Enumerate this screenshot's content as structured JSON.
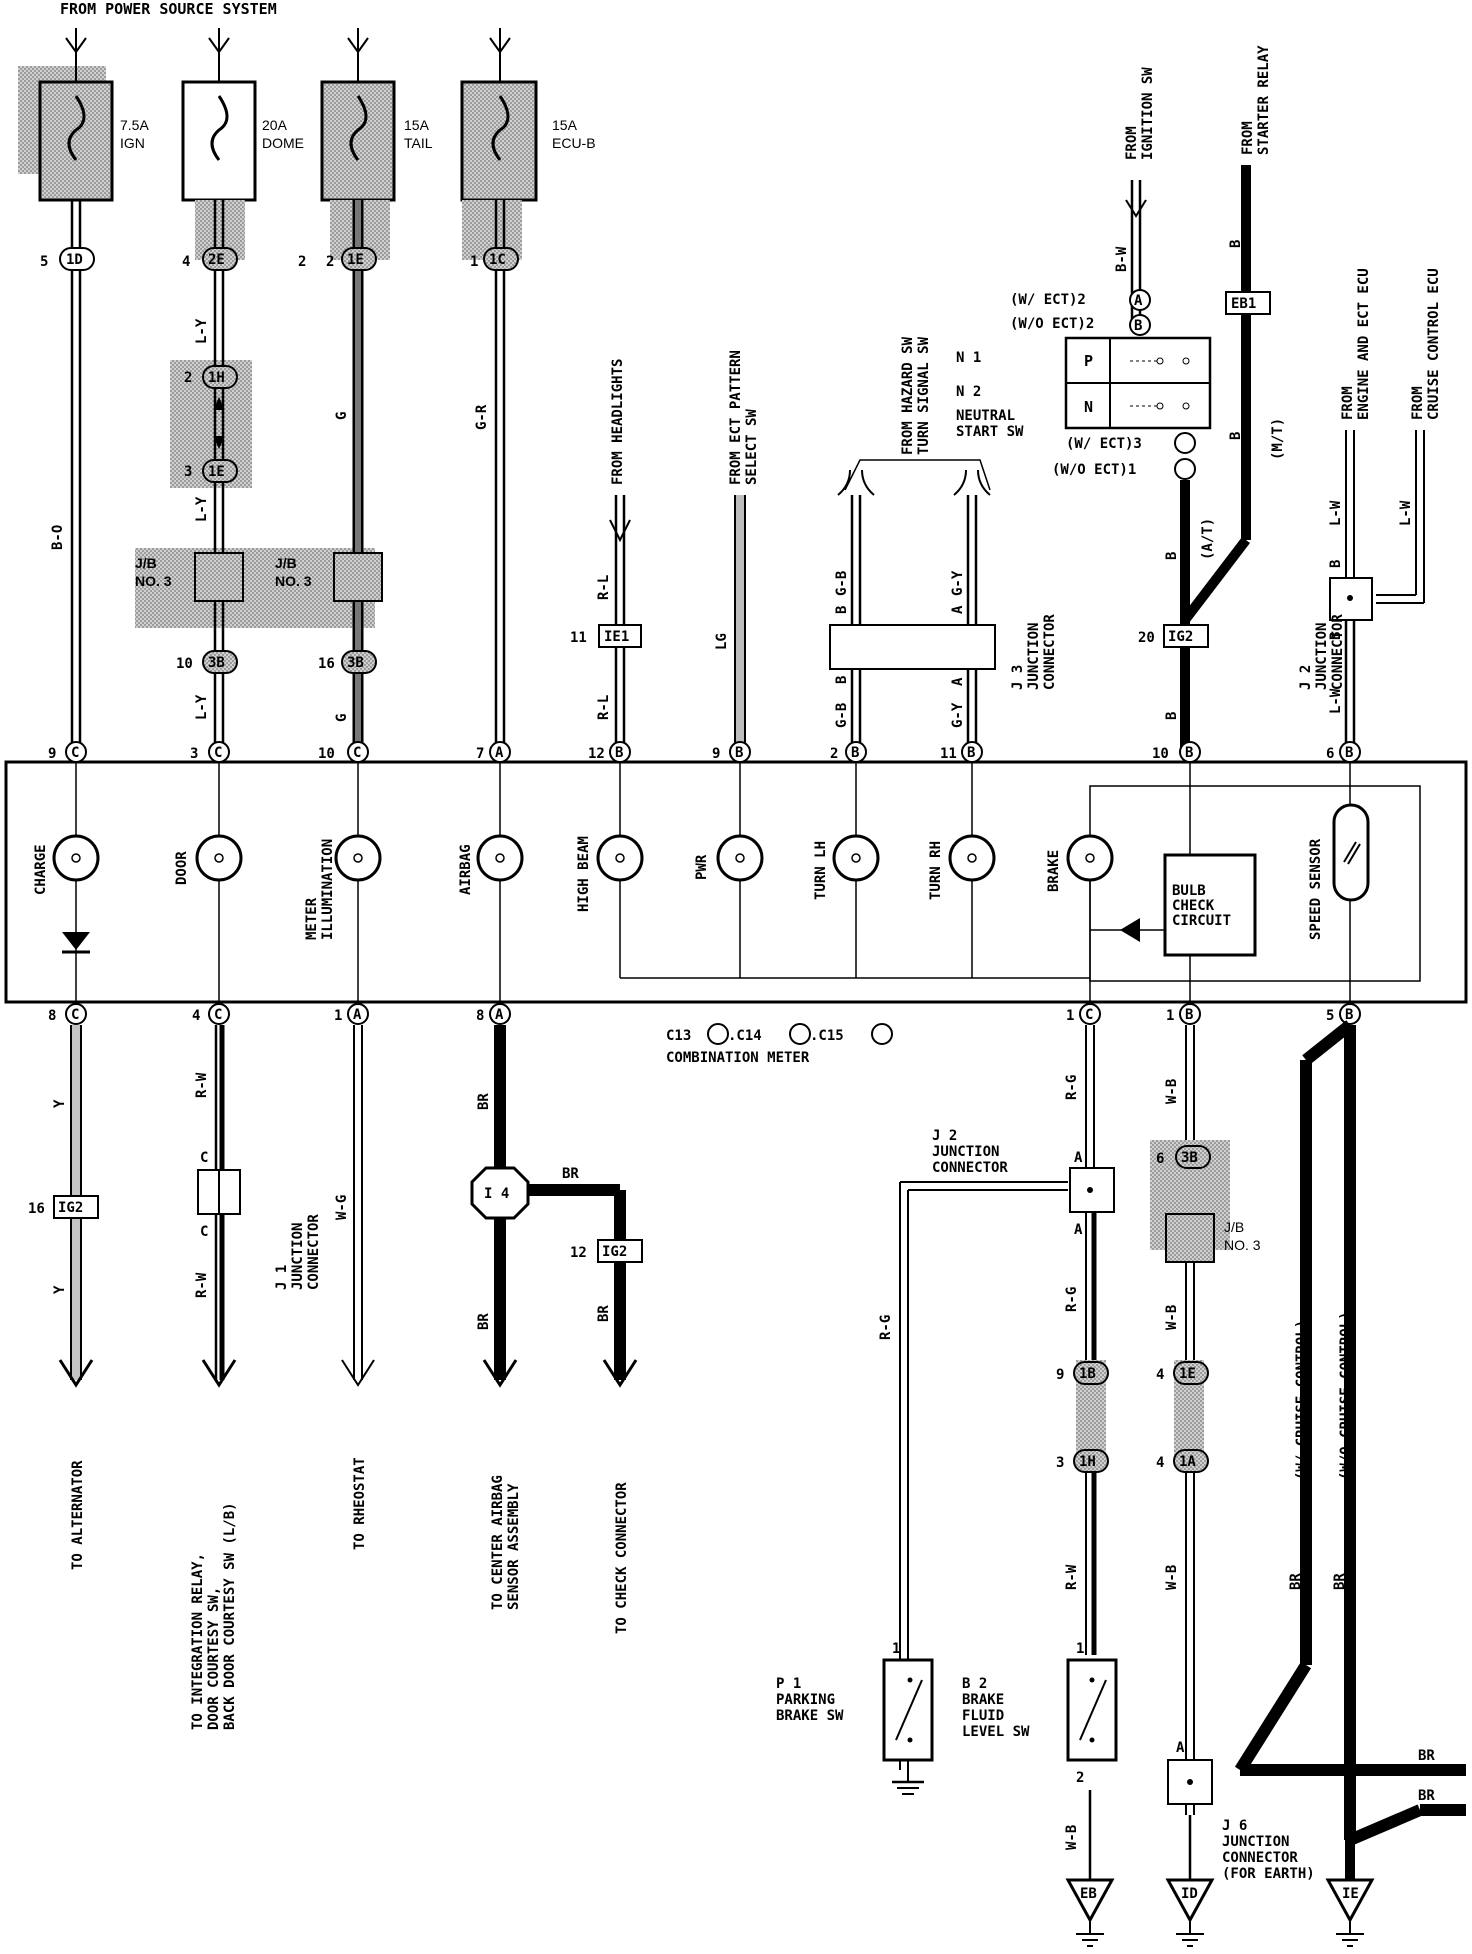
{
  "header": {
    "title": "FROM POWER SOURCE SYSTEM"
  },
  "fuses": [
    {
      "rating": "7.5A",
      "name": "IGN"
    },
    {
      "rating": "20A",
      "name": "DOME"
    },
    {
      "rating": "15A",
      "name": "TAIL"
    },
    {
      "rating": "15A",
      "name": "ECU-B"
    }
  ],
  "pins": {
    "top": [
      "5",
      "4",
      "2",
      "2",
      "1",
      "2",
      "1",
      "3",
      "10",
      "16",
      "11",
      "20",
      "9",
      "3",
      "10",
      "7",
      "12",
      "9",
      "2",
      "11",
      "10",
      "6"
    ],
    "connectors": [
      "1D",
      "2E",
      "1E",
      "1C",
      "1H",
      "1E",
      "3B",
      "3B",
      "IE1",
      "IG2",
      "EB1",
      "C",
      "C",
      "C",
      "A",
      "B",
      "B",
      "B",
      "B",
      "B",
      "B",
      "C",
      "C",
      "A",
      "A",
      "C",
      "B",
      "B"
    ]
  },
  "top_sources": {
    "headlights": "FROM HEADLIGHTS",
    "ect_pattern": [
      "FROM ECT PATTERN",
      "SELECT SW"
    ],
    "hazard": [
      "FROM HAZARD SW",
      "TURN SIGNAL SW"
    ],
    "ignition": [
      "FROM",
      "IGNITION SW"
    ],
    "starter": [
      "FROM",
      "STARTER RELAY"
    ],
    "engine_ecu": [
      "FROM",
      "ENGINE AND ECT ECU"
    ],
    "cruise_ecu": [
      "FROM",
      "CRUISE CONTROL ECU"
    ]
  },
  "neutral": {
    "w_ect_a": "(W/ ECT)2",
    "wo_ect_b": "(W/O ECT)2",
    "n1": "N 1",
    "n2": "N 2",
    "name": [
      "NEUTRAL",
      "START SW"
    ],
    "p": "P",
    "n": "N",
    "w_ect3": "(W/ ECT)3",
    "wo_ect1": "(W/O ECT)1",
    "at": "(A/T)",
    "mt": "(M/T)"
  },
  "jb": {
    "label1": "J/B",
    "label2": "NO. 3"
  },
  "junctions": {
    "j3": [
      "J 3",
      "JUNCTION",
      "CONNECTOR"
    ],
    "j2top": [
      "J 2",
      "JUNCTION",
      "CONNECTOR"
    ],
    "j2bot": [
      "J 2",
      "JUNCTION",
      "CONNECTOR"
    ],
    "j1": [
      "J 1",
      "JUNCTION",
      "CONNECTOR"
    ],
    "j6": [
      "J 6",
      "JUNCTION",
      "CONNECTOR",
      "(FOR EARTH)"
    ]
  },
  "meter": {
    "lamps": [
      "CHARGE",
      "DOOR",
      "METER",
      "ILLUMINATION",
      "AIRBAG",
      "HIGH BEAM",
      "PWR",
      "TURN LH",
      "TURN RH",
      "BRAKE",
      "SPEED SENSOR"
    ],
    "bulb_check": [
      "BULB",
      "CHECK",
      "CIRCUIT"
    ],
    "connector_label": "C13",
    "connector_label2": ".C14",
    "connector_label3": ".C15",
    "name": "COMBINATION METER"
  },
  "wire_colors": [
    "B-O",
    "L-Y",
    "L-Y",
    "L-Y",
    "G",
    "G",
    "G-R",
    "R-L",
    "R-L",
    "LG",
    "G-B",
    "G-B",
    "B",
    "B",
    "G-Y",
    "G-Y",
    "A",
    "A",
    "B-W",
    "B",
    "B",
    "B",
    "B",
    "L-W",
    "L-W",
    "B",
    "B",
    "L-W",
    "Y",
    "Y",
    "R-W",
    "R-W",
    "W-G",
    "BR",
    "BR",
    "BR",
    "BR",
    "R-G",
    "R-G",
    "R-G",
    "R-W",
    "W-B",
    "W-B",
    "W-B",
    "W-B",
    "BR",
    "BR",
    "BR",
    "BR",
    "C",
    "C",
    "A",
    "A",
    "A"
  ],
  "bottom": {
    "alternator": "TO ALTERNATOR",
    "integration": [
      "TO INTEGRATION RELAY,",
      "DOOR COURTESY SW,",
      "BACK DOOR COURTESY SW (L/B)"
    ],
    "rheostat": "TO RHEOSTAT",
    "airbag": [
      "TO CENTER AIRBAG",
      "SENSOR ASSEMBLY"
    ],
    "check": "TO CHECK CONNECTOR",
    "parking": [
      "P 1",
      "PARKING",
      "BRAKE SW"
    ],
    "brake_fluid": [
      "B 2",
      "BRAKE",
      "FLUID",
      "LEVEL SW"
    ],
    "w_cruise": "(W/ CRUISE CONTROL)",
    "wo_cruise": "(W/O CRUISE CONTROL)",
    "i4": "I 4",
    "grounds": [
      "EB",
      "ID",
      "IE"
    ]
  },
  "bottom_pins": [
    "8",
    "4",
    "1",
    "8",
    "16",
    "12",
    "1",
    "1",
    "5",
    "6",
    "9",
    "3",
    "4",
    "4",
    "1",
    "1",
    "2"
  ],
  "bottom_conns": [
    "IG2",
    "IG2",
    "3B",
    "1B",
    "1H",
    "1E",
    "1A"
  ]
}
